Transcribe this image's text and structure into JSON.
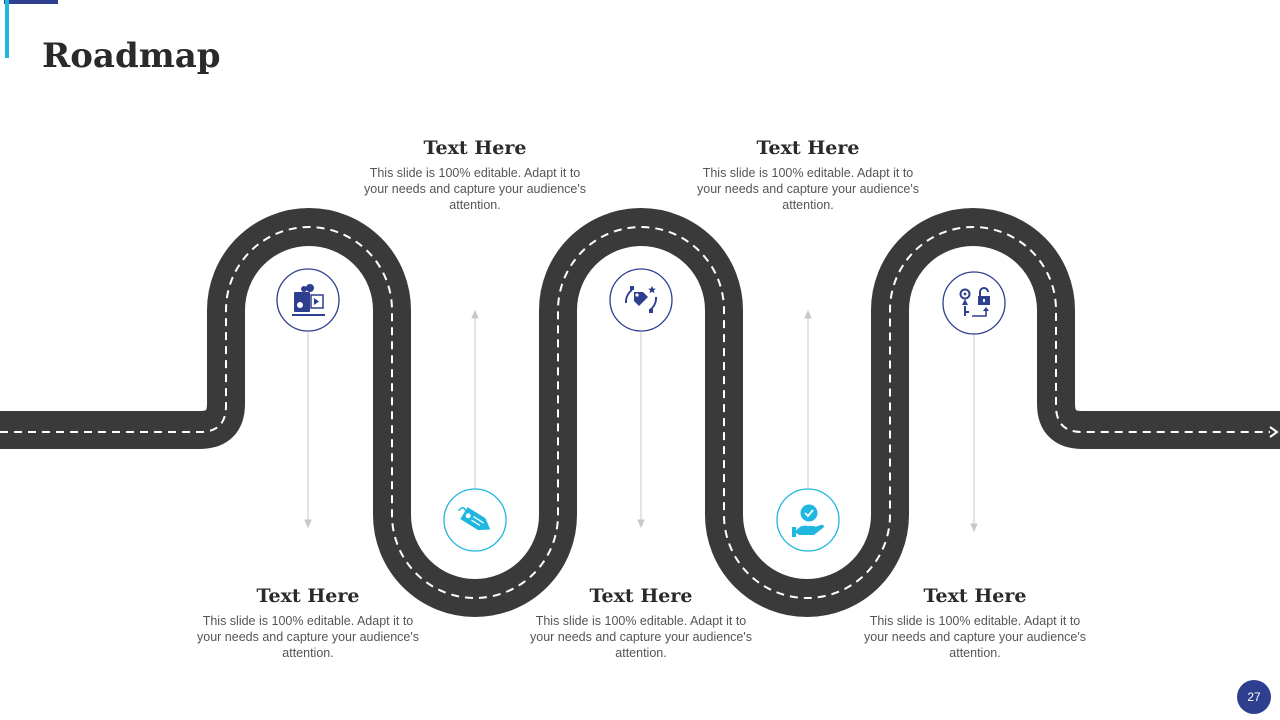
{
  "slide": {
    "title": "Roadmap",
    "page_number": "27"
  },
  "colors": {
    "road": "#3a3a3a",
    "lane": "#ffffff",
    "navy": "#2f3f8f",
    "cyan": "#1fb6e0",
    "connector": "#c8c8c8"
  },
  "milestones": [
    {
      "icon": "analytics-dashboard-icon",
      "tone": "navy",
      "position": "top",
      "title": "Text Here",
      "body": "This slide is 100% editable. Adapt it to your needs and capture your audience's attention."
    },
    {
      "icon": "price-tag-icon",
      "tone": "cyan",
      "position": "bottom",
      "title": "Text Here",
      "body": "This slide is 100% editable. Adapt it to your needs and capture your audience's attention."
    },
    {
      "icon": "tag-cycle-icon",
      "tone": "navy",
      "position": "top",
      "title": "Text Here",
      "body": "This slide is 100% editable. Adapt it to your needs and capture your audience's attention."
    },
    {
      "icon": "hand-badge-icon",
      "tone": "cyan",
      "position": "bottom",
      "title": "Text Here",
      "body": "This slide is 100% editable. Adapt it to your needs and capture your audience's attention."
    },
    {
      "icon": "key-lock-icon",
      "tone": "navy",
      "position": "top",
      "title": "Text Here",
      "body": "This slide is 100% editable. Adapt it to your needs and capture your audience's attention."
    }
  ]
}
